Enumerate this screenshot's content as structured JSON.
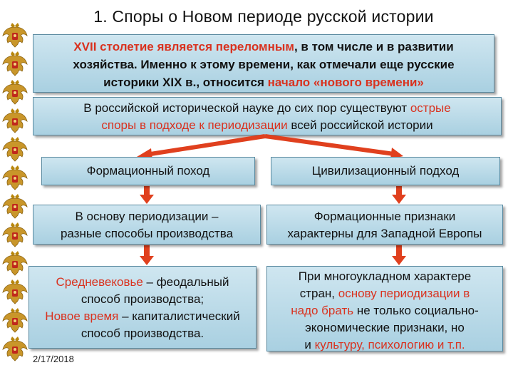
{
  "title": "1. Споры о Новом периоде русской истории",
  "box1": {
    "l1a": "XVII столетие является переломным",
    "l1b": ", в том числе и в развитии",
    "l2": "хозяйства. Именно к этому времени, как отмечали еще русские",
    "l3a": "историки XIX в., относится ",
    "l3b": "начало «нового времени»"
  },
  "box2": {
    "l1a": "В российской исторической науке до сих пор существуют ",
    "l1b": "острые",
    "l2a": "споры в подходе к периодизации",
    "l2b": " всей российской истории"
  },
  "box3": "Формационный поход",
  "box4": "Цивилизационный подход",
  "box5": {
    "l1": "В основу периодизации –",
    "l2": "разные способы производства"
  },
  "box6": {
    "l1": "Формационные признаки",
    "l2": "характерны для Западной Европы"
  },
  "box7": {
    "l1a": "Средневековье",
    "l1b": " – феодальный",
    "l2": "способ производства;",
    "l3a": "Новое время",
    "l3b": " – капиталистический",
    "l4": "способ производства."
  },
  "box8": {
    "l1": "При многоукладном характере",
    "l2a": "стран, ",
    "l2b": "основу периодизации в",
    "l3a": "надо брать",
    "l3b": " не только социально-",
    "l4": "экономические признаки, но",
    "l5a": "и ",
    "l5b": "культуру, психологию и т.п."
  },
  "date": "2/17/2018",
  "colors": {
    "accent": "#d9321f",
    "box_top": "#cfe6f0",
    "box_bottom": "#a9d0e1",
    "eagle": "#b8860b"
  },
  "icons": [
    "double-headed-eagle-emblem"
  ]
}
